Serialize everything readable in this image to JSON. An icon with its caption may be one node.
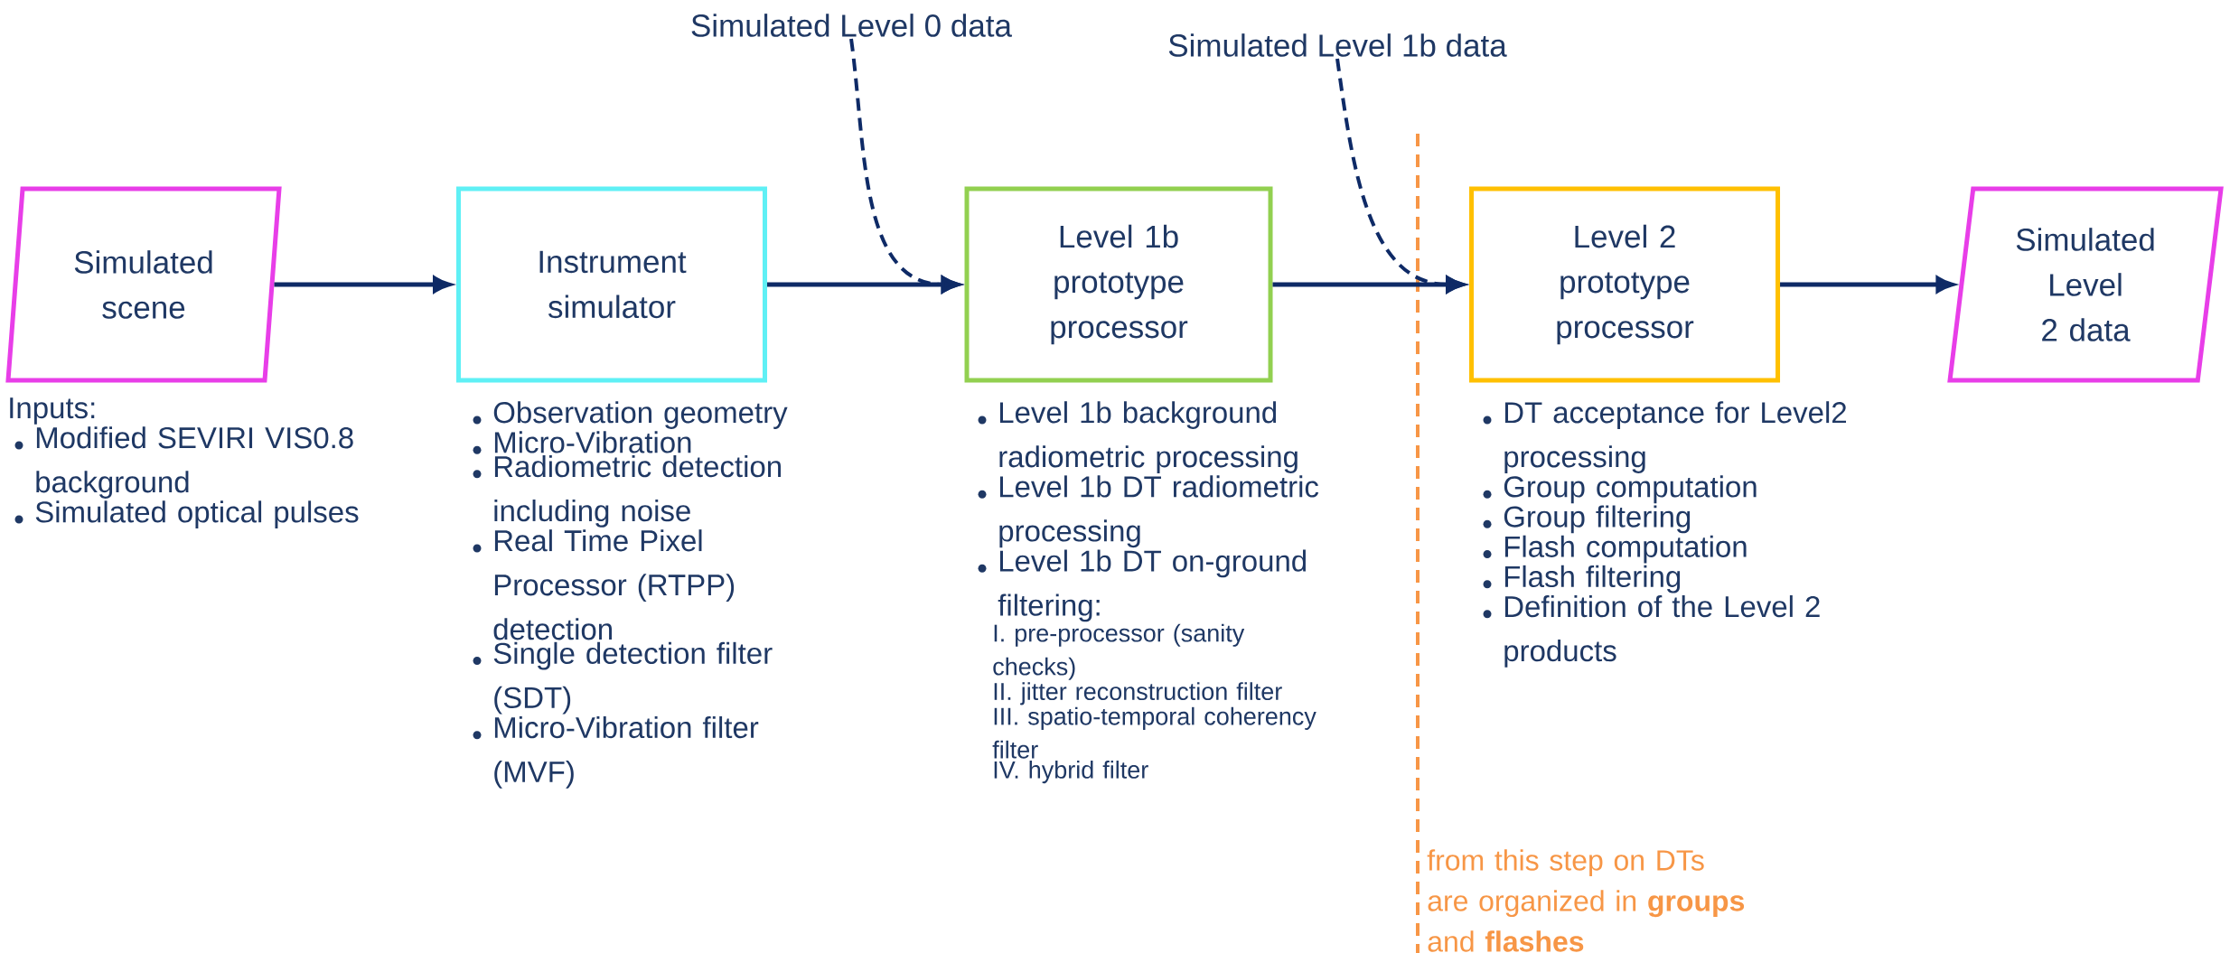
{
  "diagram": {
    "nodes": [
      {
        "text": [
          "Simulated scene"
        ],
        "beside": [
          "Inputs:",
          "Modified SEVIRI VIS0.8 background",
          "Simulated optical pulses"
        ]
      },
      {
        "text": [
          "Instrument simulator"
        ],
        "beside": [
          "Observation geometry",
          "Micro-Vibration",
          "Radiometric detection including noise",
          "Real Time Pixel Processor (RTPP) detection",
          "Single detection filter (SDT)",
          "Micro-Vibration filter (MVF)"
        ]
      },
      {
        "text": [
          "Level 1b prototype processor"
        ],
        "beside": [
          "Level 1b background radiometric processing",
          "Level 1b DT radiometric processing",
          "Level 1b DT on-ground filtering:",
          "I. pre-processor (sanity checks)",
          "II. jitter reconstruction filter",
          "III. spatio-temporal coherency filter",
          "IV. hybrid filter"
        ]
      },
      {
        "text": [
          "Level 2 prototype processor"
        ],
        "beside": [
          "DT acceptance for Level2 processing",
          "Group computation",
          "Group filtering",
          "Flash computation",
          "Flash filtering",
          "Definition of the Level 2 products"
        ]
      },
      {
        "text": [
          "Simulated Level 2 data"
        ]
      },
      {
        "text": [
          "Simulated Level 0 data"
        ]
      },
      {
        "text": [
          "Simulated Level 1b data"
        ]
      }
    ],
    "edges": [
      {
        "from": 0,
        "to": 1,
        "arrow": "to"
      },
      {
        "from": 1,
        "to": 2,
        "arrow": "to"
      },
      {
        "from": 2,
        "to": 3,
        "arrow": "to"
      },
      {
        "from": 3,
        "to": 4,
        "arrow": "to"
      },
      {
        "from": 5,
        "to": 2,
        "arrow": "to",
        "style": "dashed"
      },
      {
        "from": 6,
        "to": 3,
        "arrow": "to",
        "style": "dashed"
      }
    ],
    "labels": [
      "from this step on DTs are organized in **groups** and **flashes**"
    ]
  }
}
